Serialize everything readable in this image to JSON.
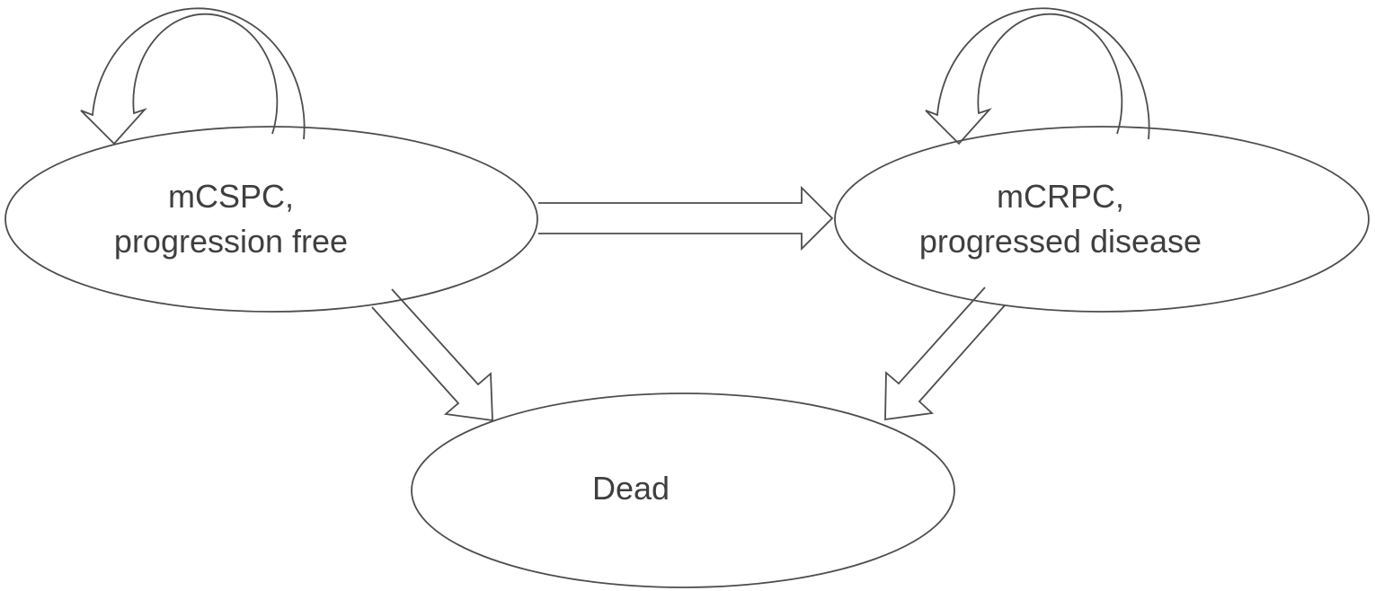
{
  "diagram": {
    "background_color": "#ffffff",
    "stroke_color": "#4d4d4d",
    "text_color": "#3f3f3f",
    "states": [
      {
        "id": "mcspc",
        "line1": "mCSPC,",
        "line2": "progression free"
      },
      {
        "id": "mcrpc",
        "line1": "mCRPC,",
        "line2": "progressed disease"
      },
      {
        "id": "dead",
        "line1": "Dead",
        "line2": ""
      }
    ],
    "transitions": [
      {
        "from": "mCSPC, progression free",
        "to": "mCSPC, progression free",
        "kind": "self-loop"
      },
      {
        "from": "mCRPC, progressed disease",
        "to": "mCRPC, progressed disease",
        "kind": "self-loop"
      },
      {
        "from": "mCSPC, progression free",
        "to": "mCRPC, progressed disease",
        "kind": "one-way"
      },
      {
        "from": "mCSPC, progression free",
        "to": "Dead",
        "kind": "one-way"
      },
      {
        "from": "mCRPC, progressed disease",
        "to": "Dead",
        "kind": "one-way"
      }
    ]
  }
}
